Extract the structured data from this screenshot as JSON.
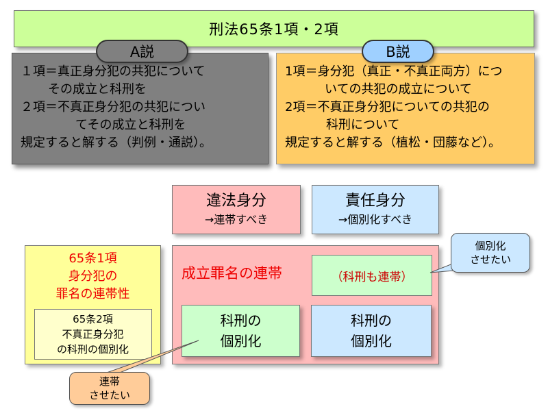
{
  "title": "刑法65条1項・2項",
  "theory_a": {
    "label": "A説",
    "lines": [
      "１項＝真正身分犯の共犯について",
      "その成立と科刑を",
      "２項＝不真正身分犯の共犯につい",
      "てその成立と科刑を",
      "規定すると解する（判例・通説）。"
    ]
  },
  "theory_b": {
    "label": "B説",
    "lines": [
      "1項＝身分犯（真正・不真正両方）につ",
      "いての共犯の成立について",
      "2項＝不真正身分犯についての共犯の",
      "科刑について",
      "規定すると解する（植松・団藤など）。"
    ]
  },
  "ihou": {
    "title": "違法身分",
    "sub": "→連帯すべき"
  },
  "sekinin": {
    "title": "責任身分",
    "sub": "→個別化すべき"
  },
  "art65": {
    "lines": [
      "65条1項",
      "身分犯の",
      "罪名の連帯性"
    ],
    "inner": [
      "65条2項",
      "不真正身分犯",
      "の科刑の個別化"
    ]
  },
  "matrix": {
    "seiritsu": "成立罪名の連帯",
    "kakei_rentai": "（科刑も連帯）",
    "kobetsu_green": [
      "科刑の",
      "個別化"
    ],
    "kobetsu_blue": [
      "科刑の",
      "個別化"
    ]
  },
  "callouts": {
    "blue": [
      "個別化",
      "させたい"
    ],
    "orange": [
      "連帯",
      "させたい"
    ]
  },
  "colors": {
    "title_bg": "#ccff99",
    "a_bg": "#808080",
    "b_bg": "#ffcc66",
    "pink": "#ffbbbb",
    "light_blue": "#cce8ff",
    "light_green": "#ccffcc",
    "yellow": "#ffff99",
    "accent_red": "#ee0000"
  }
}
